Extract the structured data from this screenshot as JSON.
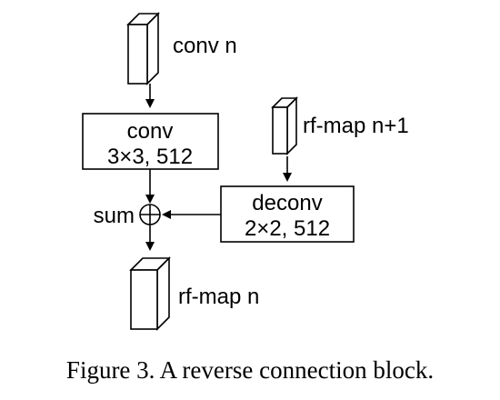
{
  "diagram": {
    "nodes": {
      "conv_n": {
        "label": "conv n"
      },
      "conv": {
        "line1": "conv",
        "line2": "3×3, 512"
      },
      "rf_map_n1": {
        "label": "rf-map n+1"
      },
      "deconv": {
        "line1": "deconv",
        "line2": "2×2, 512"
      },
      "sum": {
        "label": "sum"
      },
      "rf_map_n": {
        "label": "rf-map n"
      }
    },
    "edges": [
      {
        "from": "conv_n",
        "to": "conv"
      },
      {
        "from": "conv",
        "to": "sum"
      },
      {
        "from": "rf_map_n1",
        "to": "deconv"
      },
      {
        "from": "deconv",
        "to": "sum"
      },
      {
        "from": "sum",
        "to": "rf_map_n"
      }
    ]
  },
  "caption": "Figure 3. A reverse connection block."
}
